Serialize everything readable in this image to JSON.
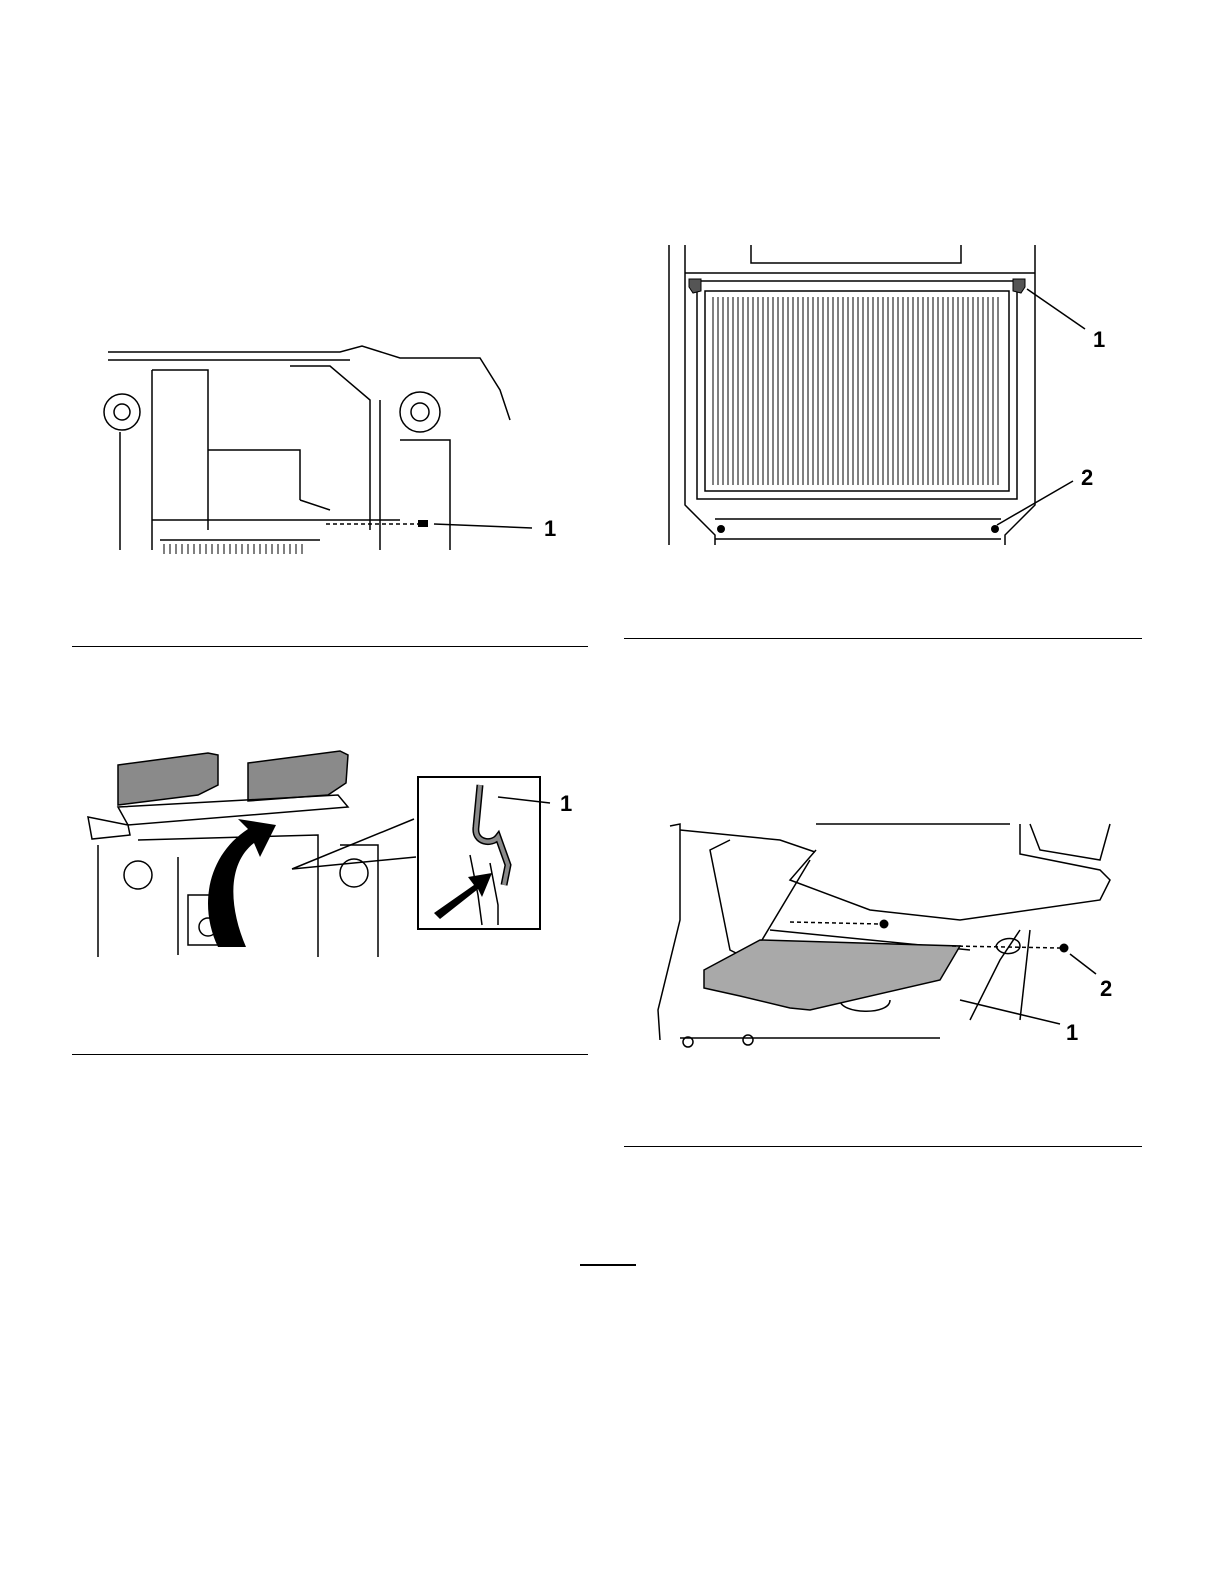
{
  "figures": [
    {
      "id": "fig-top-left",
      "callouts": [
        "1"
      ]
    },
    {
      "id": "fig-top-right",
      "callouts": [
        "1",
        "2"
      ]
    },
    {
      "id": "fig-bottom-left",
      "callouts": [
        "1"
      ]
    },
    {
      "id": "fig-bottom-right",
      "callouts": [
        "1",
        "2"
      ]
    }
  ],
  "colors": {
    "ink": "#000000",
    "shade": "#8a8a8a",
    "panel": "#a9a9a9",
    "paper": "#ffffff"
  }
}
